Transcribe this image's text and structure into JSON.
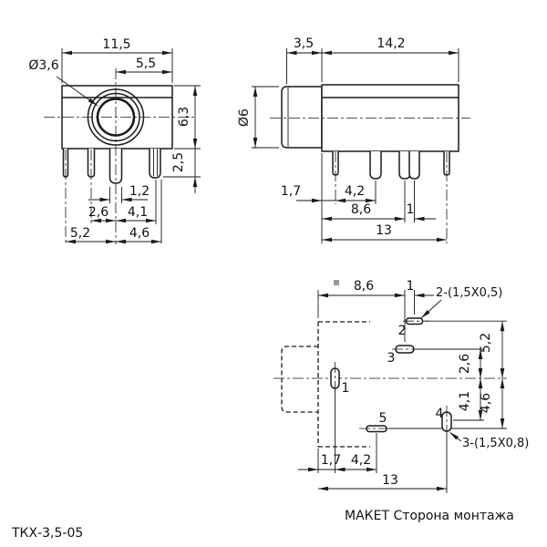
{
  "drawing": {
    "part_number": "ТКХ-3,5-05",
    "caption": "МАКЕТ  Сторона монтажа",
    "colors": {
      "line": "#1a1a1a",
      "background": "#ffffff",
      "marker": "#9a9a9a"
    },
    "front": {
      "dim_width": "11,5",
      "dim_offset": "5,5",
      "dim_hole": "Ø3,6",
      "dim_height": "6,3",
      "dim_pin_len": "2,5",
      "dim_pin_w": "1,2",
      "dim_26": "2,6",
      "dim_41": "4,1",
      "dim_52": "5,2",
      "dim_46": "4,6"
    },
    "side": {
      "dim_cap": "3,5",
      "dim_body": "14,2",
      "dim_dia": "Ø6",
      "dim_17": "1,7",
      "dim_42": "4,2",
      "dim_86": "8,6",
      "dim_1": "1",
      "dim_13": "13"
    },
    "layout": {
      "dim_86": "8,6",
      "dim_1": "1",
      "note_top": "2-(1,5X0,5)",
      "note_bottom": "3-(1,5X0,8)",
      "dim_52": "5,2",
      "dim_26": "2,6",
      "dim_41": "4,1",
      "dim_46": "4,6",
      "dim_17": "1,7",
      "dim_42": "4,2",
      "dim_13": "13",
      "pad1": "1",
      "pad2": "2",
      "pad3": "3",
      "pad4": "4",
      "pad5": "5"
    }
  }
}
